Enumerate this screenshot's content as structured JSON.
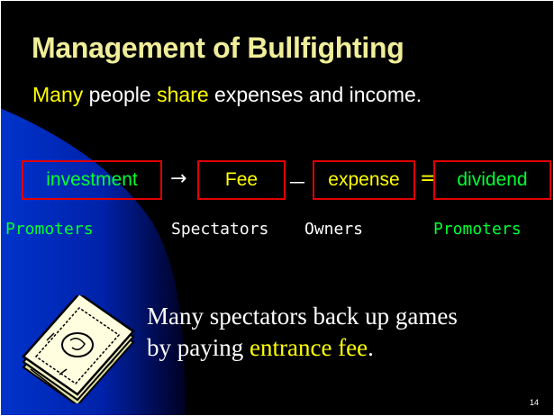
{
  "colors": {
    "background": "#000000",
    "title": "#f0ee99",
    "highlight": "#ffff00",
    "green_text": "#00ff33",
    "box_border": "#e00000",
    "body_text": "#ffffff",
    "arc_blue": "#0033cc"
  },
  "slide": {
    "title": "Management of Bullfighting",
    "subtitle": {
      "part1": "Many",
      "part2": " people ",
      "part3": "share",
      "part4": " expenses and income."
    },
    "equation": {
      "term1": "investment",
      "op1": "→",
      "term2": "Fee",
      "op2": "－",
      "term3": "expense",
      "op3": "=",
      "term4": "dividend"
    },
    "roles": {
      "role1": "Promoters",
      "role2": "Spectators",
      "role3": "Owners",
      "role4": "Promoters"
    },
    "body": {
      "line1": "Many spectators back up games",
      "line2_part1": "by paying ",
      "line2_part2": "entrance fee",
      "line2_part3": "."
    },
    "page_number": "14"
  },
  "icons": {
    "clipart": "money-stack-icon"
  }
}
